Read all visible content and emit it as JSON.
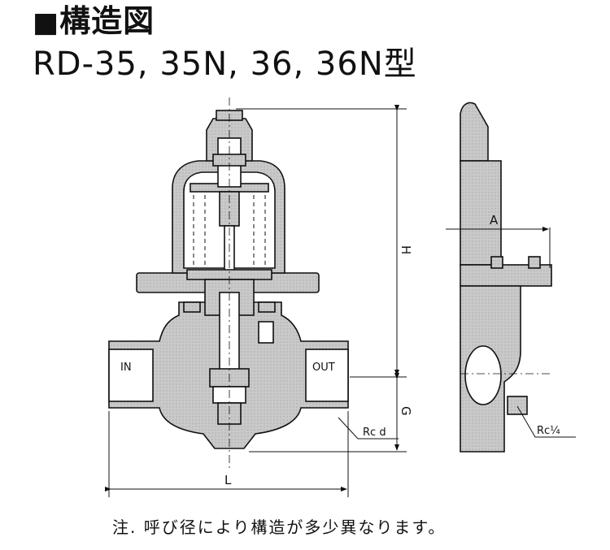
{
  "header": {
    "square": "■",
    "title": "構造図",
    "models": "RD-35, 35N, 36, 36N型"
  },
  "labels": {
    "in": "IN",
    "out": "OUT",
    "h": "H",
    "g": "G",
    "l": "L",
    "a": "A",
    "rc_d": "Rc d",
    "rc_quarter": "Rc¼"
  },
  "note": "注. 呼び径により構造が多少異なります。"
}
